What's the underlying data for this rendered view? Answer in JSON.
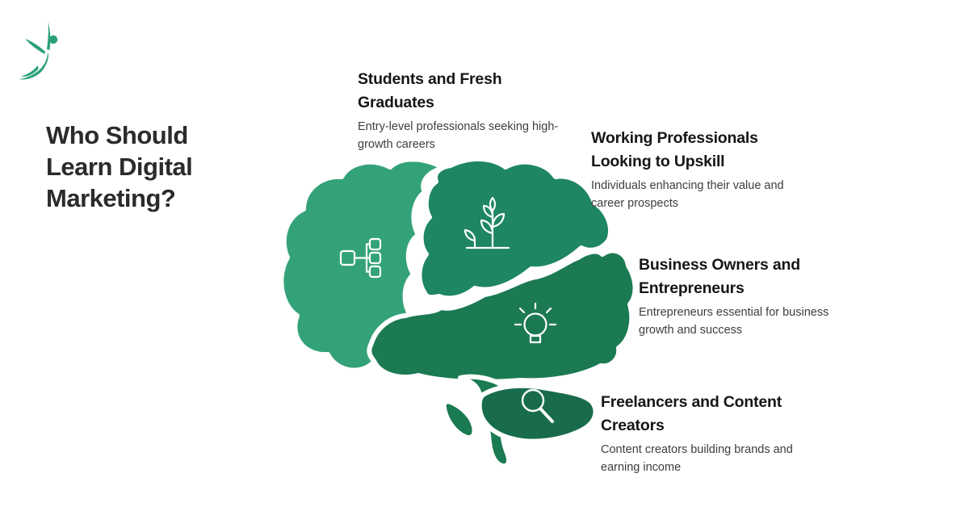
{
  "page": {
    "background": "#ffffff"
  },
  "logo": {
    "name": "brand-logo-flying-figure",
    "color": "#2aa079"
  },
  "title": {
    "text": "Who Should Learn Digital Marketing?",
    "color": "#2b2b2b"
  },
  "brain": {
    "colors": {
      "frontal": "#34a278",
      "top": "#1e8662",
      "middle": "#1c7a53",
      "cerebellum": "#186c4c",
      "stem": "#1a7a52"
    },
    "icon_stroke": "#ffffff"
  },
  "sections": [
    {
      "id": "students",
      "icon": "sitemap-icon",
      "heading": "Students and Fresh Graduates",
      "description": "Entry-level professionals seeking high-growth careers"
    },
    {
      "id": "working-professionals",
      "icon": "plant-growth-icon",
      "heading": "Working Professionals Looking to Upskill",
      "description": "Individuals enhancing their value and career prospects"
    },
    {
      "id": "business-owners",
      "icon": "lightbulb-icon",
      "heading": "Business Owners and Entrepreneurs",
      "description": "Entrepreneurs essential for business growth and success"
    },
    {
      "id": "freelancers",
      "icon": "magnifier-icon",
      "heading": "Freelancers and Content Creators",
      "description": "Content creators building brands and earning income"
    }
  ]
}
